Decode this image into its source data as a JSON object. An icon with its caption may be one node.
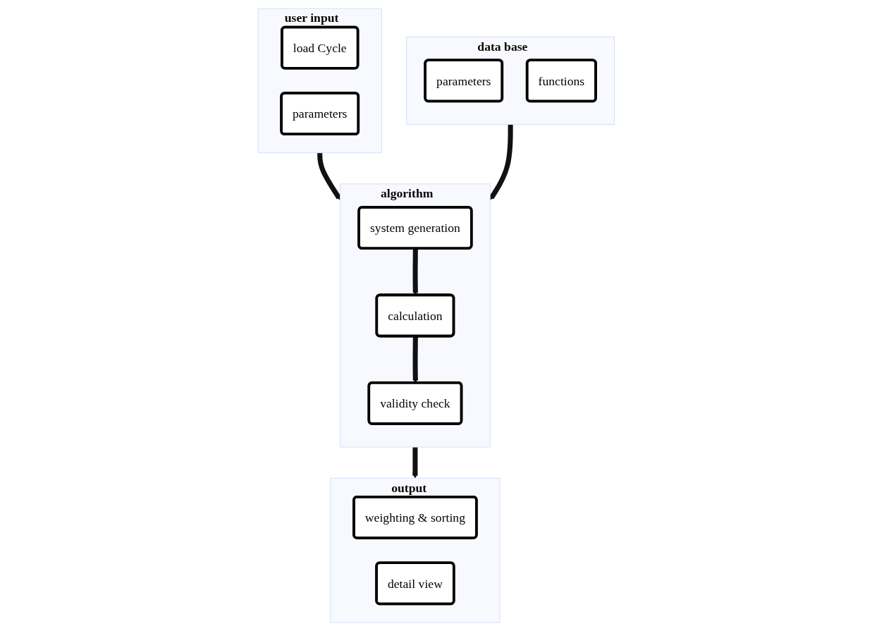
{
  "diagram": {
    "nodes": [
      {
        "text": [
          "user input"
        ]
      },
      {
        "text": [
          "load Cycle"
        ],
        "in": 0
      },
      {
        "text": [
          "parameters"
        ],
        "in": 0
      },
      {
        "text": [
          "algorithm"
        ]
      },
      {
        "text": [
          "system generation"
        ],
        "in": 3
      },
      {
        "text": [
          "calculation"
        ],
        "in": 3
      },
      {
        "text": [
          "validity check"
        ],
        "in": 3
      },
      {
        "text": [
          "data base"
        ]
      },
      {
        "text": [
          "parameters"
        ],
        "in": 7
      },
      {
        "text": [
          "functions"
        ],
        "in": 7
      },
      {
        "text": [
          "output"
        ]
      },
      {
        "text": [
          "weighting & sorting"
        ],
        "in": 10
      },
      {
        "text": [
          "detail view"
        ],
        "in": 10
      }
    ],
    "edges": [
      {
        "from": 0,
        "to": 3,
        "arrow": "to"
      },
      {
        "from": 4,
        "to": 5,
        "arrow": "to"
      },
      {
        "from": 5,
        "to": 6,
        "arrow": "to"
      },
      {
        "from": 7,
        "to": 3,
        "arrow": "to"
      },
      {
        "from": 3,
        "to": 10,
        "arrow": "to"
      }
    ]
  }
}
